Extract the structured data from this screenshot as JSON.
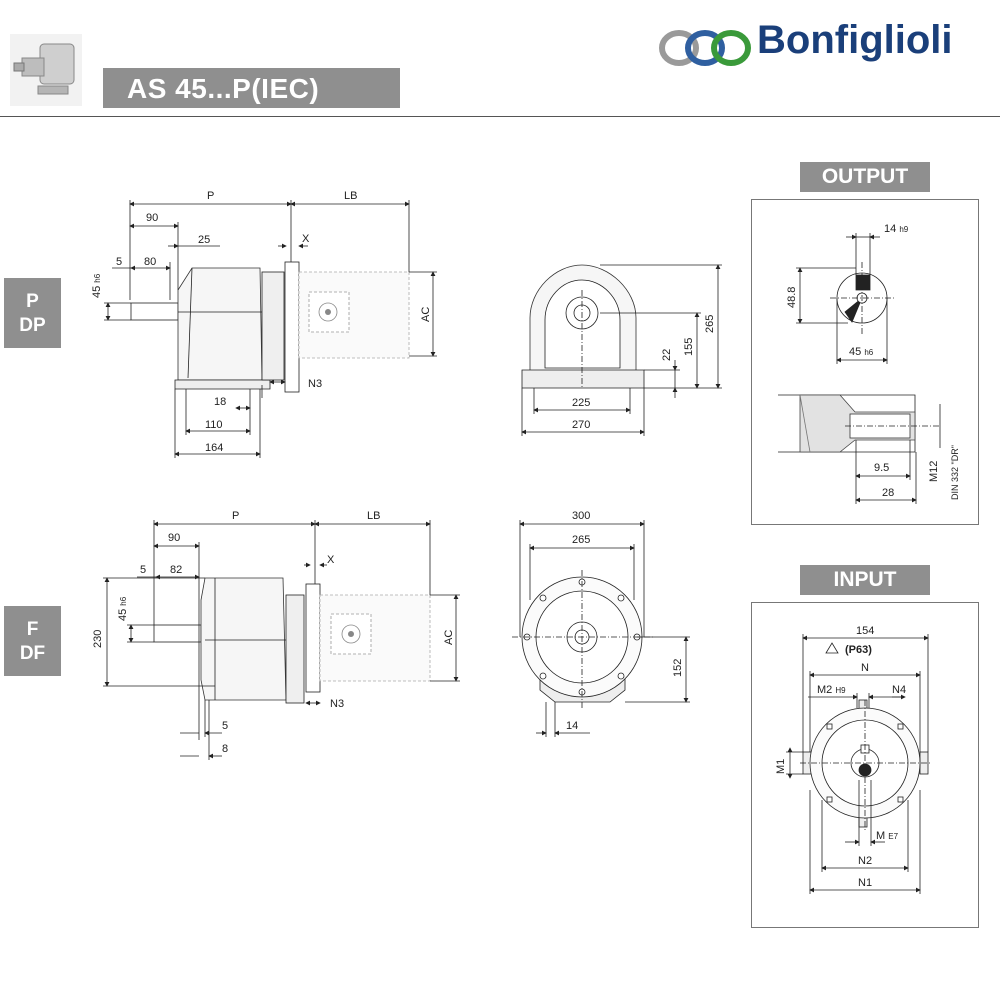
{
  "header": {
    "title": "AS 45...P(IEC)",
    "brand": "Bonfiglioli"
  },
  "side_labels": {
    "p_line1": "P",
    "p_line2": "DP",
    "f_line1": "F",
    "f_line2": "DF"
  },
  "sections": {
    "output": "OUTPUT",
    "input": "INPUT"
  },
  "dims_p": {
    "P": "P",
    "LB": "LB",
    "X": "X",
    "d90": "90",
    "d25": "25",
    "d5": "5",
    "d80": "80",
    "d45": "45",
    "d45tol": "h6",
    "AC": "AC",
    "N3": "N3",
    "d18": "18",
    "d110": "110",
    "d164": "164"
  },
  "dims_p_front": {
    "d265": "265",
    "d155": "155",
    "d22": "22",
    "d225": "225",
    "d270": "270"
  },
  "dims_f": {
    "P": "P",
    "LB": "LB",
    "X": "X",
    "d90": "90",
    "d5": "5",
    "d82": "82",
    "d45": "45",
    "d45tol": "h6",
    "d230": "230",
    "AC": "AC",
    "N3": "N3",
    "d5b": "5",
    "d8": "8"
  },
  "dims_f_front": {
    "d300": "300",
    "d265": "265",
    "d152": "152",
    "d14": "14"
  },
  "output_dims": {
    "d14": "14",
    "d14tol": "h9",
    "d48_8": "48.8",
    "d45": "45",
    "d45tol": "h6",
    "d9_5": "9.5",
    "d28": "28",
    "m12": "M12",
    "din": "DIN 332 \"DR\""
  },
  "input_dims": {
    "d154": "154",
    "p63": "(P63)",
    "N": "N",
    "M2": "M2",
    "M2tol": "H9",
    "N4": "N4",
    "M1": "M1",
    "M": "M",
    "Mtol": "E7",
    "N2": "N2",
    "N1": "N1"
  }
}
